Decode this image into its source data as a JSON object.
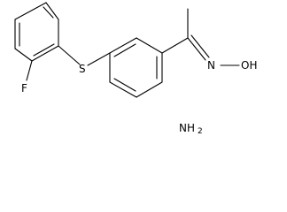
{
  "molecule": {
    "atoms": {
      "fluorine": "F",
      "sulfur": "S",
      "hydroxyl": "OH",
      "imine_n": "N",
      "amine_n": "NH",
      "amine_h_count": "2"
    },
    "colors": {
      "bond": "#000000",
      "label": "#000000",
      "background": "#ffffff"
    }
  }
}
